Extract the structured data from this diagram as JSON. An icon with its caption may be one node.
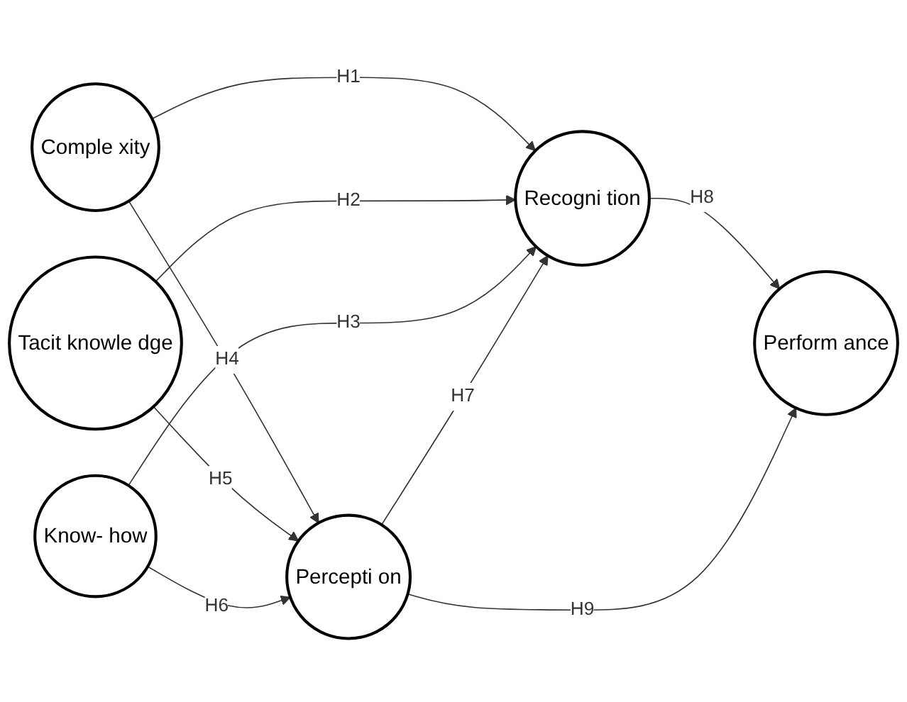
{
  "diagram": {
    "nodes": [
      {
        "text": [
          "Comple xity"
        ]
      },
      {
        "text": [
          "Tacit knowle dge"
        ]
      },
      {
        "text": [
          "Know- how"
        ]
      },
      {
        "text": [
          "Recogni tion"
        ]
      },
      {
        "text": [
          "Percepti on"
        ]
      },
      {
        "text": [
          "Perform ance"
        ]
      }
    ],
    "edges": [
      {
        "from": 0,
        "to": 3,
        "arrow": "to",
        "label": "H1"
      },
      {
        "from": 0,
        "to": 4,
        "arrow": "to",
        "label": "H4"
      },
      {
        "from": 1,
        "to": 3,
        "arrow": "to",
        "label": "H2"
      },
      {
        "from": 1,
        "to": 4,
        "arrow": "to",
        "label": "H5"
      },
      {
        "from": 2,
        "to": 3,
        "arrow": "to",
        "label": "H3"
      },
      {
        "from": 2,
        "to": 4,
        "arrow": "to",
        "label": "H6"
      },
      {
        "from": 4,
        "to": 3,
        "arrow": "to",
        "label": "H7"
      },
      {
        "from": 3,
        "to": 5,
        "arrow": "to",
        "label": "H8"
      },
      {
        "from": 4,
        "to": 5,
        "arrow": "to",
        "label": "H9"
      }
    ]
  }
}
